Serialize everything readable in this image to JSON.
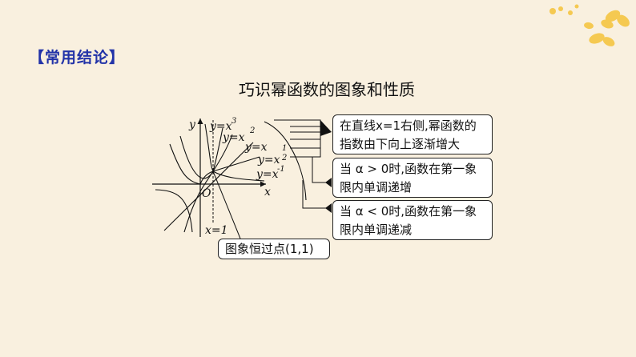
{
  "section_tag": "【常用结论】",
  "title": "巧识幂函数的图象和性质",
  "graph": {
    "axis_y": "y",
    "axis_x": "x",
    "origin": "O",
    "line_x1": "x=1",
    "curve_labels": [
      "y=x",
      "3",
      "y=x",
      "2",
      "y=x",
      "y=x",
      "1",
      "2",
      "y=x",
      "-1"
    ]
  },
  "notes": {
    "note1": "在直线x=1右侧,幂函数的指数由下向上逐渐增大",
    "note2": "当 α > 0时,函数在第一象限内单调递增",
    "note3": "当 α < 0时,函数在第一象限内单调递减",
    "point": "图象恒过点(1,1)"
  },
  "colors": {
    "tag": "#2233a8",
    "background": "#f9f0df",
    "flower": "#f5c542"
  }
}
